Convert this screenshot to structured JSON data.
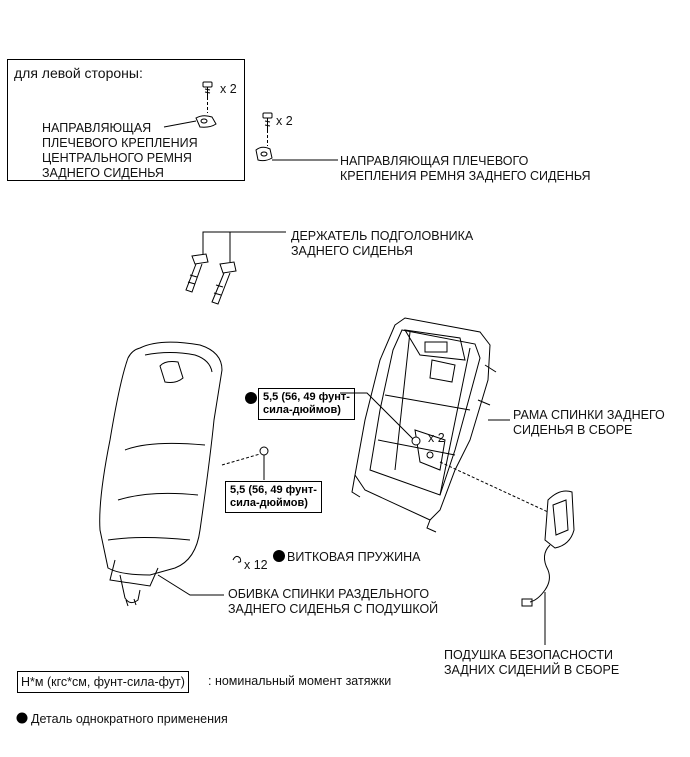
{
  "left_side_box": {
    "header": "для левой стороны:",
    "bolt_qty": "x 2",
    "part_label": "НАПРАВЛЯЮЩАЯ\nПЛЕЧЕВОГО КРЕПЛЕНИЯ\nЦЕНТРАЛЬНОГО РЕМНЯ\nЗАДНЕГО СИДЕНЬЯ"
  },
  "belt_guide": {
    "bolt_qty": "x 2",
    "label": "НАПРАВЛЯЮЩАЯ ПЛЕЧЕВОГО\nКРЕПЛЕНИЯ РЕМНЯ ЗАДНЕГО СИДЕНЬЯ"
  },
  "headrest_holder": {
    "label": "ДЕРЖАТЕЛЬ ПОДГОЛОВНИКА\nЗАДНЕГО СИДЕНЬЯ"
  },
  "torque_upper": {
    "text": "5,5 (56, 49 фунт-\nсила-дюймов)"
  },
  "torque_lower": {
    "text": "5,5 (56, 49 фунт-\nсила-дюймов)"
  },
  "frame": {
    "nut_qty": "x 2",
    "label": "РАМА СПИНКИ ЗАДНЕГО\nСИДЕНЬЯ В СБОРЕ"
  },
  "spring": {
    "qty": "x 12",
    "label": "ВИТКОВАЯ ПРУЖИНА"
  },
  "cover": {
    "label": "ОБИВКА СПИНКИ РАЗДЕЛЬНОГО\nЗАДНЕГО СИДЕНЬЯ С ПОДУШКОЙ"
  },
  "airbag": {
    "label": "ПОДУШКА БЕЗОПАСНОСТИ\nЗАДНИХ СИДЕНИЙ В СБОРЕ"
  },
  "legend": {
    "torque_unit": "Н*м (кгс*см, фунт-сила-фут)",
    "torque_desc": ": номинальный момент затяжки",
    "single_use": "Деталь однократного применения"
  }
}
